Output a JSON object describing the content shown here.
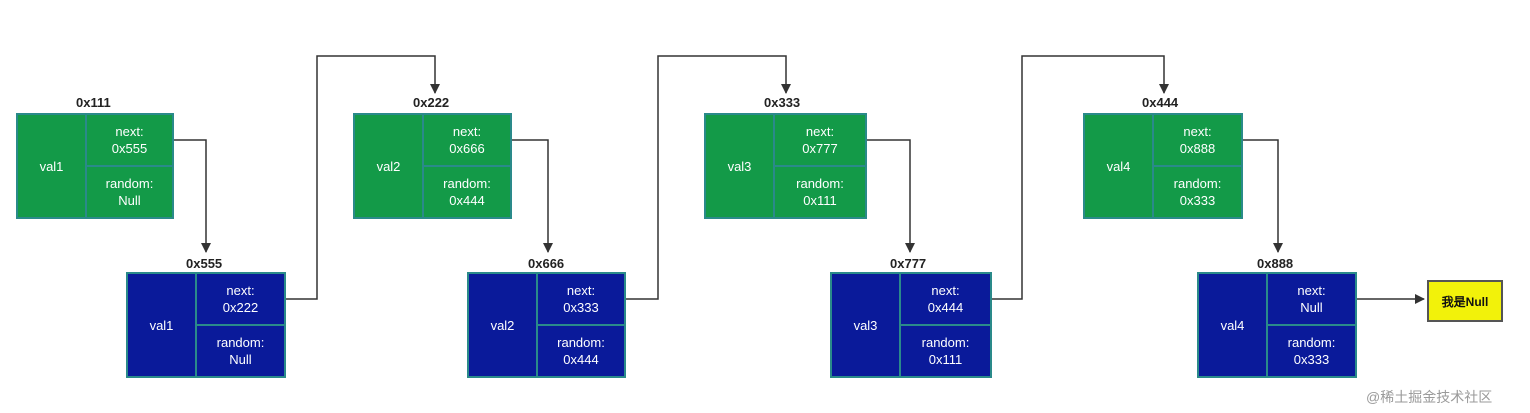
{
  "green_nodes": [
    {
      "addr": "0x111",
      "val": "val1",
      "next_label": "next:",
      "next": "0x555",
      "random_label": "random:",
      "random": "Null"
    },
    {
      "addr": "0x222",
      "val": "val2",
      "next_label": "next:",
      "next": "0x666",
      "random_label": "random:",
      "random": "0x444"
    },
    {
      "addr": "0x333",
      "val": "val3",
      "next_label": "next:",
      "next": "0x777",
      "random_label": "random:",
      "random": "0x111"
    },
    {
      "addr": "0x444",
      "val": "val4",
      "next_label": "next:",
      "next": "0x888",
      "random_label": "random:",
      "random": "0x333"
    }
  ],
  "blue_nodes": [
    {
      "addr": "0x555",
      "val": "val1",
      "next_label": "next:",
      "next": "0x222",
      "random_label": "random:",
      "random": "Null"
    },
    {
      "addr": "0x666",
      "val": "val2",
      "next_label": "next:",
      "next": "0x333",
      "random_label": "random:",
      "random": "0x444"
    },
    {
      "addr": "0x777",
      "val": "val3",
      "next_label": "next:",
      "next": "0x444",
      "random_label": "random:",
      "random": "0x111"
    },
    {
      "addr": "0x888",
      "val": "val4",
      "next_label": "next:",
      "next": "Null",
      "random_label": "random:",
      "random": "0x333"
    }
  ],
  "null_box": "我是Null",
  "watermark": "@稀土掘金技术社区",
  "colors": {
    "green": "#139a48",
    "blue": "#0a1a9a",
    "null_box": "#f2f20a",
    "border": "#2a8a8a",
    "arrow": "#333333"
  }
}
